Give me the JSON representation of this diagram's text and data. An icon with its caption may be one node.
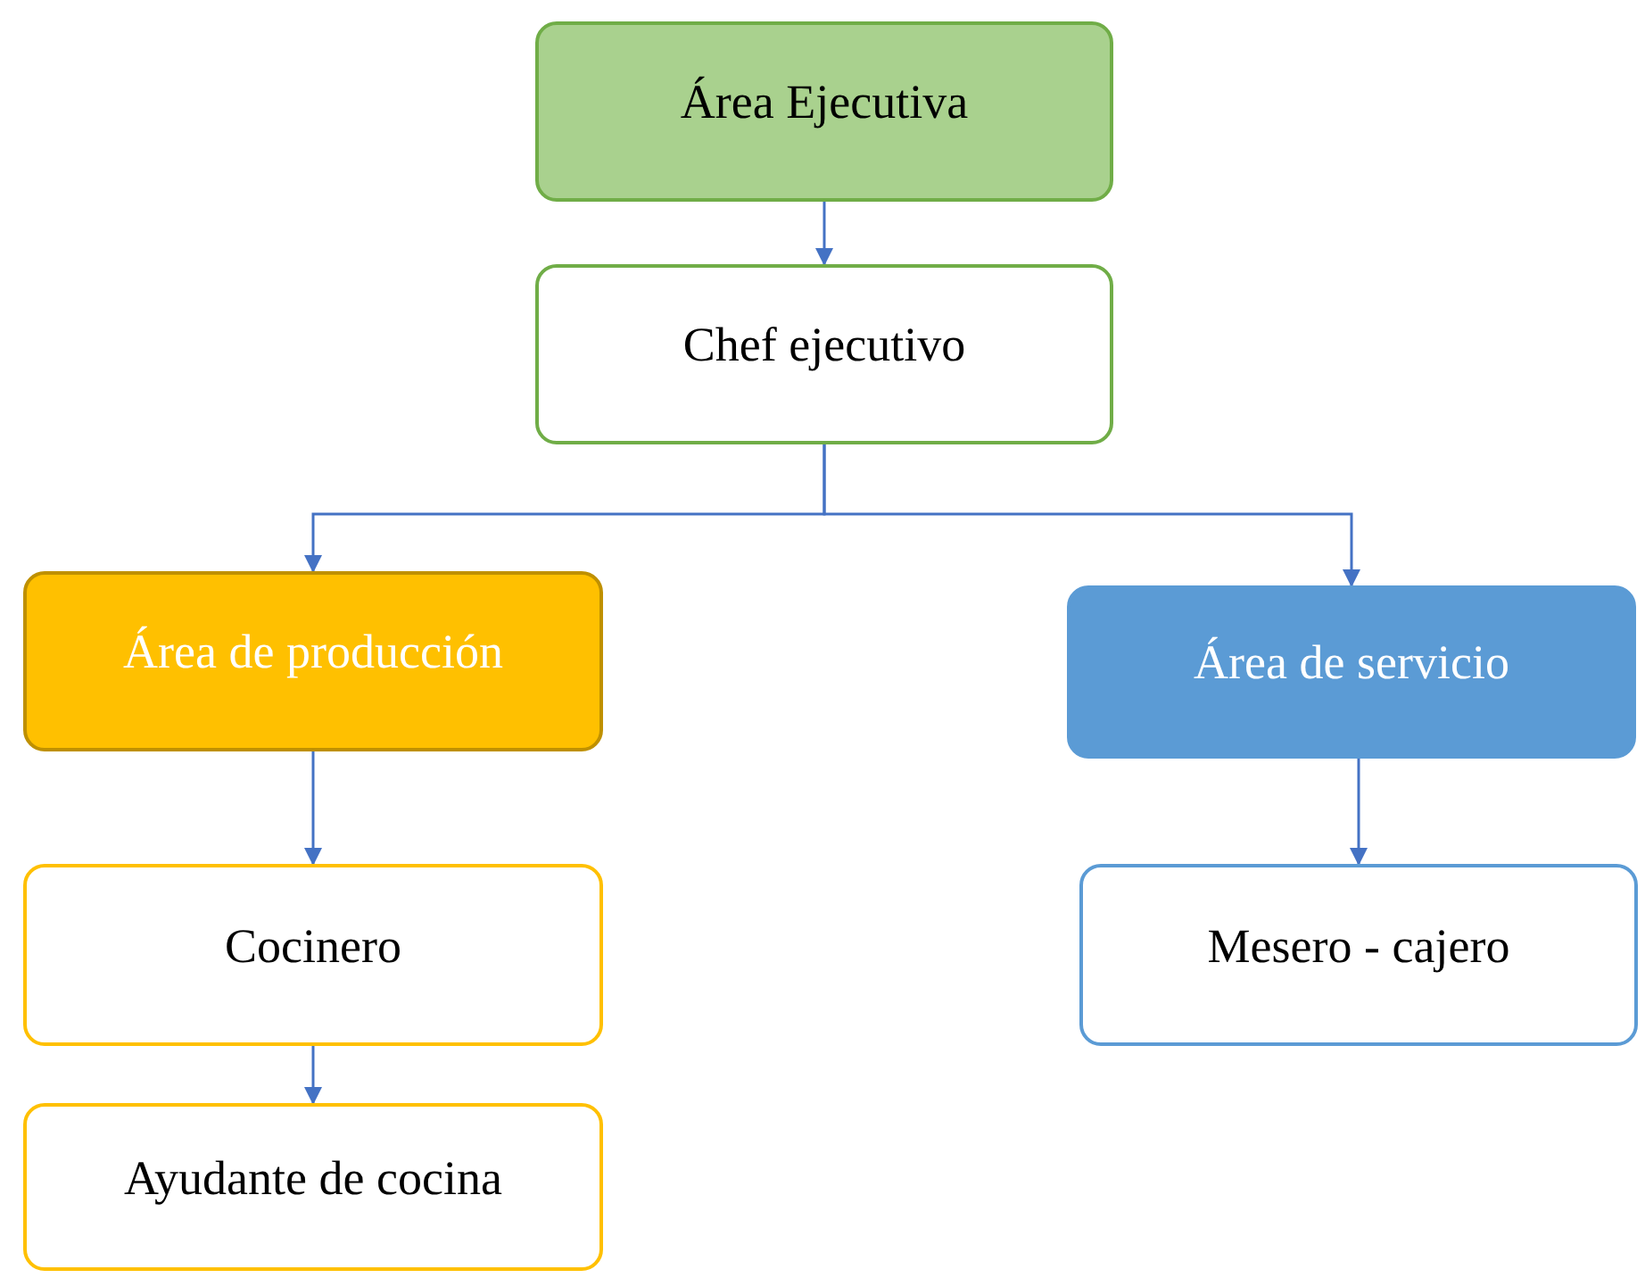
{
  "diagram": {
    "nodes": [
      {
        "text": [
          "Área Ejecutiva"
        ]
      },
      {
        "text": [
          "Chef ejecutivo"
        ]
      },
      {
        "text": [
          "Área de producción"
        ]
      },
      {
        "text": [
          "Área de servicio"
        ]
      },
      {
        "text": [
          "Cocinero"
        ]
      },
      {
        "text": [
          "Ayudante de cocina"
        ]
      },
      {
        "text": [
          "Mesero - cajero"
        ]
      }
    ],
    "edges": [
      {
        "from": 0,
        "to": 1,
        "arrow": "to"
      },
      {
        "from": 1,
        "to": 2,
        "arrow": "to"
      },
      {
        "from": 1,
        "to": 3,
        "arrow": "to"
      },
      {
        "from": 2,
        "to": 4,
        "arrow": "to"
      },
      {
        "from": 4,
        "to": 5,
        "arrow": "to"
      },
      {
        "from": 3,
        "to": 6,
        "arrow": "to"
      }
    ]
  }
}
